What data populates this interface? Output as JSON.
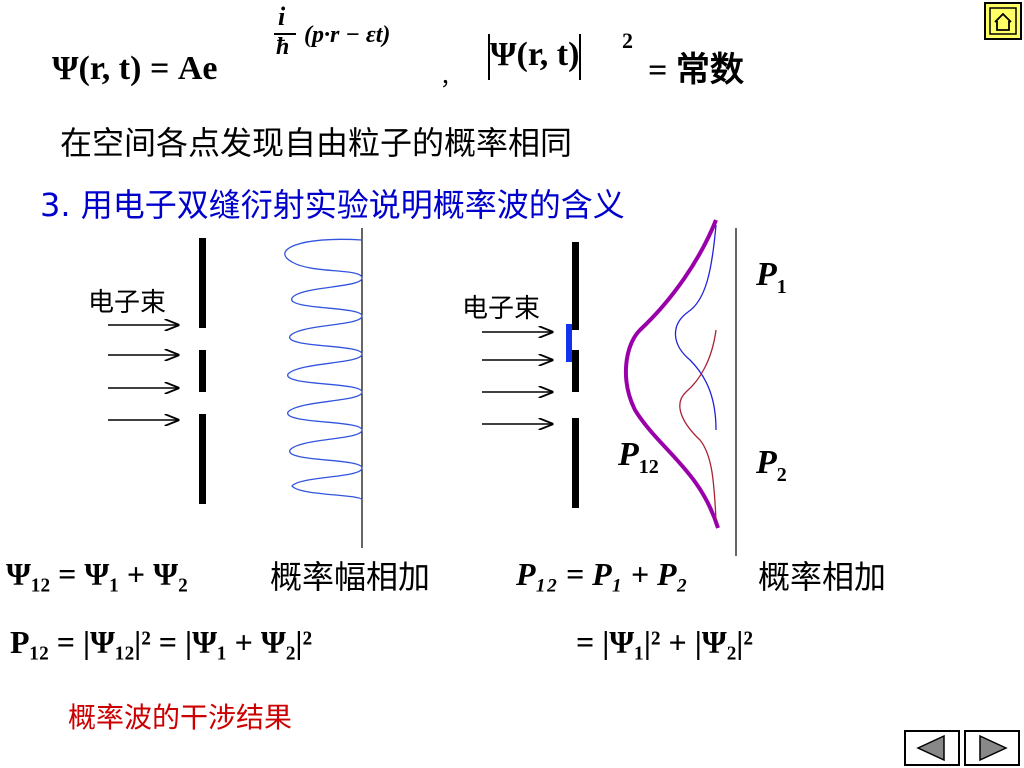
{
  "formula_top": {
    "lhs": "Ψ(r, t) = Ae",
    "exponent_num": "i",
    "exponent_den": "ħ",
    "exponent_paren": "(p·r − εt)",
    "comma": "，",
    "modsq": "Ψ(r, t)",
    "power": "2",
    "rhs": "= 常数"
  },
  "line_text": "在空间各点发现自由粒子的概率相同",
  "heading": {
    "number": "3.",
    "text": "用电子双缝衍射实验说明概率波的含义",
    "color": "#0000cc"
  },
  "left_diagram": {
    "beam_label": "电子束"
  },
  "right_diagram": {
    "beam_label": "电子束",
    "p1": "P",
    "p1_sub": "1",
    "p2": "P",
    "p2_sub": "2",
    "p12": "P",
    "p12_sub": "12"
  },
  "equations": {
    "psi_sum": "Ψ₁₂ = Ψ₁ + Ψ₂",
    "amp_label": "概率幅相加",
    "p_sum": "P₁₂ = P₁ + P₂",
    "prob_label": "概率相加",
    "p12_interference": "P₁₂ = |Ψ₁₂|² = |Ψ₁ + Ψ₂|²",
    "p12_sum": "= |Ψ₁|² + |Ψ₂|²"
  },
  "conclusion": {
    "text": "概率波的干涉结果",
    "color": "#cc0000"
  },
  "colors": {
    "purple": "#9900aa",
    "blue": "#2222dd",
    "darkred": "#aa2233",
    "wave": "#3355dd"
  },
  "icons": [
    "home-icon",
    "prev-arrow-icon",
    "next-arrow-icon"
  ]
}
